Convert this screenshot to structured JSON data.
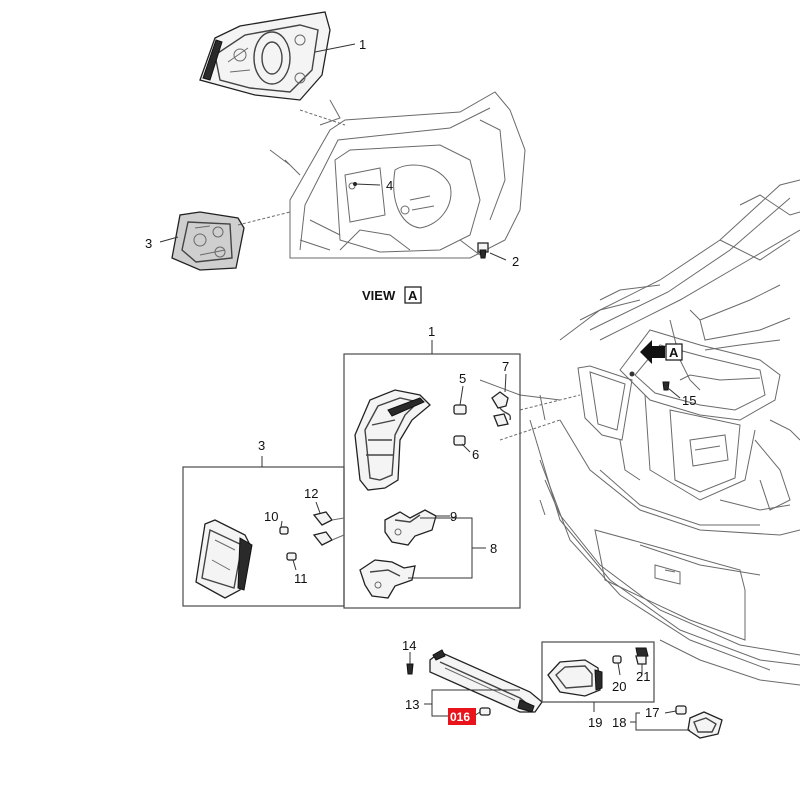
{
  "view_label": {
    "text": "VIEW",
    "letter": "A"
  },
  "arrow_letter": "A",
  "callouts": {
    "top_1": "1",
    "top_2": "2",
    "top_3": "3",
    "top_4": "4",
    "box1_title": "1",
    "c5": "5",
    "c6": "6",
    "c7": "7",
    "c8": "8",
    "c9": "9",
    "box3_title": "3",
    "c10": "10",
    "c11": "11",
    "c12": "12",
    "c13": "13",
    "c14": "14",
    "c15": "15",
    "c17": "17",
    "c18": "18",
    "c19": "19",
    "c20": "20",
    "c21": "21"
  },
  "highlight": {
    "label": "016",
    "color": "#e8131b"
  }
}
